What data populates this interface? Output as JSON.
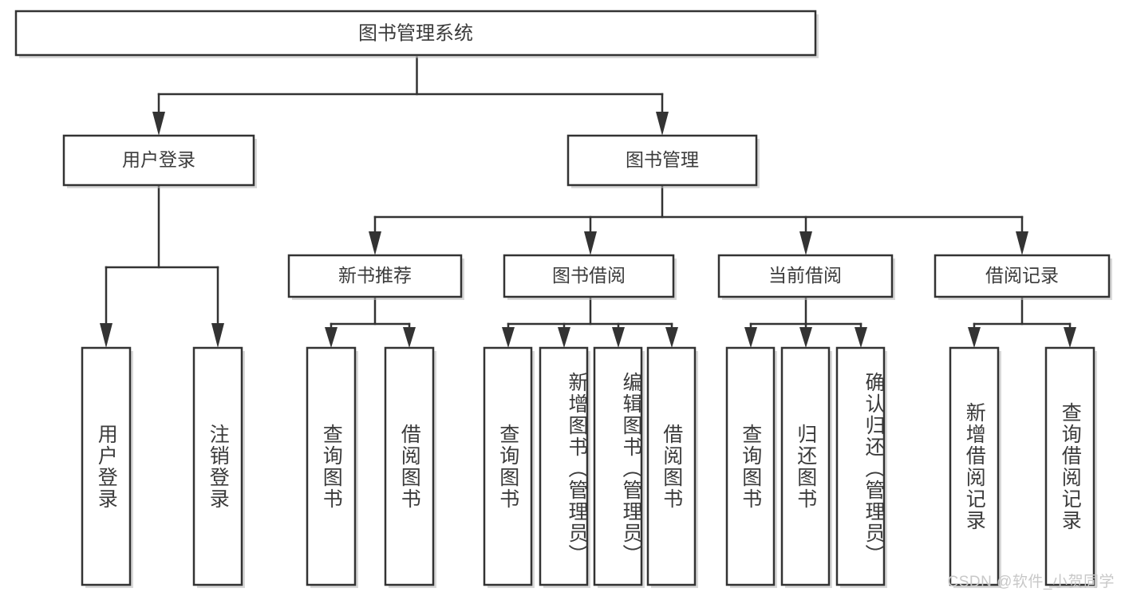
{
  "diagram": {
    "type": "tree",
    "title": "图书管理系统",
    "watermark": "CSDN @软件_小贺同学",
    "colors": {
      "box_stroke": "#333333",
      "box_fill": "#ffffff",
      "text": "#3b3b3b",
      "shadow": "#b9b9b9",
      "watermark": "#c8c8c8"
    },
    "levels": {
      "root": {
        "label": "图书管理系统"
      },
      "level2": [
        {
          "label": "用户登录"
        },
        {
          "label": "图书管理"
        }
      ],
      "level3": [
        {
          "label": "新书推荐"
        },
        {
          "label": "图书借阅"
        },
        {
          "label": "当前借阅"
        },
        {
          "label": "借阅记录"
        }
      ]
    },
    "leaves": {
      "user_login": [
        {
          "label": "用户登录"
        },
        {
          "label": "注销登录"
        }
      ],
      "new_book_recommend": [
        {
          "label": "查询图书"
        },
        {
          "label": "借阅图书"
        }
      ],
      "book_borrow": [
        {
          "label": "查询图书"
        },
        {
          "label": "新增图书（管理员）"
        },
        {
          "label": "编辑图书（管理员）"
        },
        {
          "label": "借阅图书"
        }
      ],
      "current_borrow": [
        {
          "label": "查询图书"
        },
        {
          "label": "归还图书"
        },
        {
          "label": "确认归还（管理员）"
        }
      ],
      "borrow_record": [
        {
          "label": "新增借阅记录"
        },
        {
          "label": "查询借阅记录"
        }
      ]
    }
  }
}
